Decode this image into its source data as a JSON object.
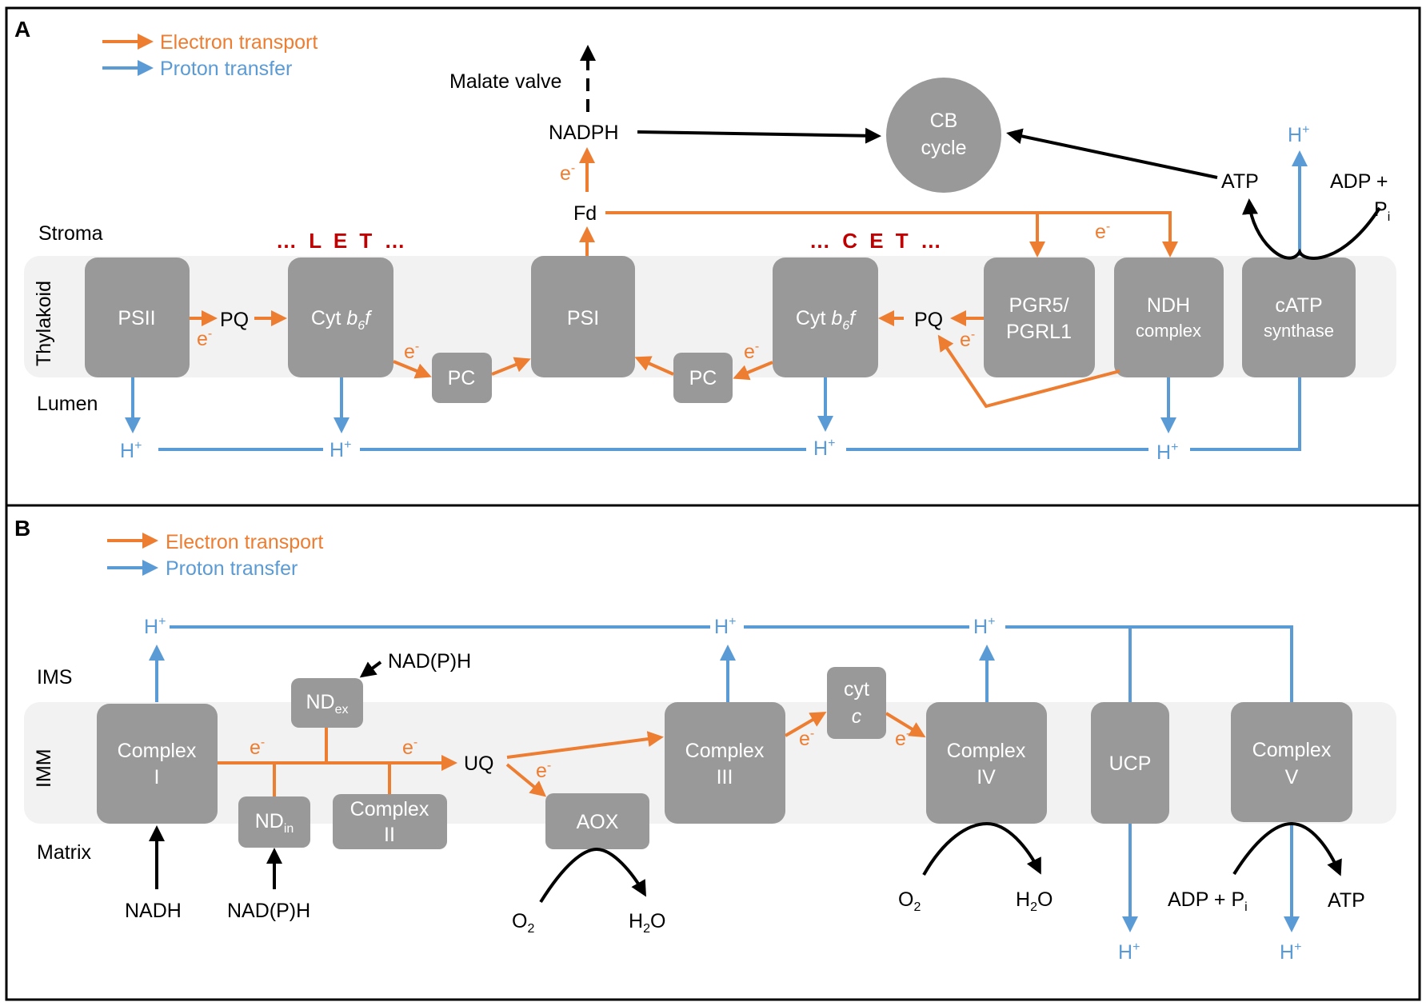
{
  "colors": {
    "electron": "#ED7D31",
    "proton": "#5B9BD5",
    "box": "#999999",
    "membrane": "#F2F2F2",
    "let_cet": "#C00000"
  },
  "panel_a": {
    "letter": "A",
    "legend": {
      "electron": "Electron transport",
      "proton": "Proton transfer"
    },
    "regions": {
      "stroma": "Stroma",
      "thylakoid": "Thylakoid",
      "lumen": "Lumen"
    },
    "pathway_labels": {
      "let": "… L E T …",
      "cet": "… C E T …"
    },
    "boxes": {
      "psii": "PSII",
      "cyt1_a": "Cyt ",
      "cyt1_b": "b",
      "cyt1_c": "6",
      "cyt1_d": "f",
      "pc1": "PC",
      "psi": "PSI",
      "pc2": "PC",
      "cyt2_a": "Cyt ",
      "cyt2_b": "b",
      "cyt2_c": "6",
      "cyt2_d": "f",
      "pgr_1": "PGR5/",
      "pgr_2": "PGRL1",
      "ndh_1": "NDH",
      "ndh_2": "complex",
      "catp_1": "cATP",
      "catp_2": "synthase",
      "cb_1": "CB",
      "cb_2": "cycle"
    },
    "labels": {
      "pq1": "PQ",
      "pq2": "PQ",
      "fd": "Fd",
      "nadph": "NADPH",
      "malate": "Malate valve",
      "atp": "ATP",
      "adp": "ADP +",
      "pi_p": "P",
      "pi_i": "i",
      "e": "e",
      "minus": "-",
      "h": "H",
      "plus": "+"
    }
  },
  "panel_b": {
    "letter": "B",
    "legend": {
      "electron": "Electron transport",
      "proton": "Proton transfer"
    },
    "regions": {
      "ims": "IMS",
      "imm": "IMM",
      "matrix": "Matrix"
    },
    "boxes": {
      "c1_1": "Complex",
      "c1_2": "I",
      "ndex_a": "ND",
      "ndex_b": "ex",
      "ndin_a": "ND",
      "ndin_b": "in",
      "c2_1": "Complex",
      "c2_2": "II",
      "aox": "AOX",
      "c3_1": "Complex",
      "c3_2": "III",
      "cytc_1": "cyt",
      "cytc_2": "c",
      "c4_1": "Complex",
      "c4_2": "IV",
      "ucp": "UCP",
      "c5_1": "Complex",
      "c5_2": "V"
    },
    "labels": {
      "nadph_ex": "NAD(P)H",
      "nadh": "NADH",
      "nadph_in": "NAD(P)H",
      "uq": "UQ",
      "o2_a": "O",
      "o2_b": "2",
      "h2o_a": "H",
      "h2o_b": "2",
      "h2o_c": "O",
      "adp": "ADP + P",
      "adp_i": "i",
      "atp": "ATP",
      "e": "e",
      "minus": "-",
      "h": "H",
      "plus": "+"
    }
  }
}
